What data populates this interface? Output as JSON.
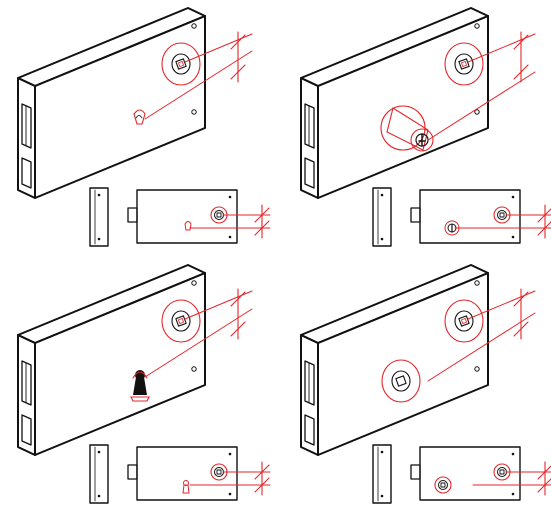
{
  "title": "",
  "colors": {
    "outline": "#111111",
    "dimension": "#e3262b",
    "paper": "#ffffff",
    "shade": "#e8e8e8"
  },
  "panels": [
    {
      "id": "oval-profile",
      "keyway": "euro-profile-cylinder",
      "spindle_icon": "square-spindle-icon"
    },
    {
      "id": "rim-cylinder",
      "keyway": "rim-cylinder-pull",
      "spindle_icon": "square-spindle-icon"
    },
    {
      "id": "lever-keyhole",
      "keyway": "warded-keyhole",
      "spindle_icon": "square-spindle-icon"
    },
    {
      "id": "double-spindle",
      "keyway": "second-spindle-boss",
      "spindle_icon": "square-spindle-icon"
    }
  ]
}
